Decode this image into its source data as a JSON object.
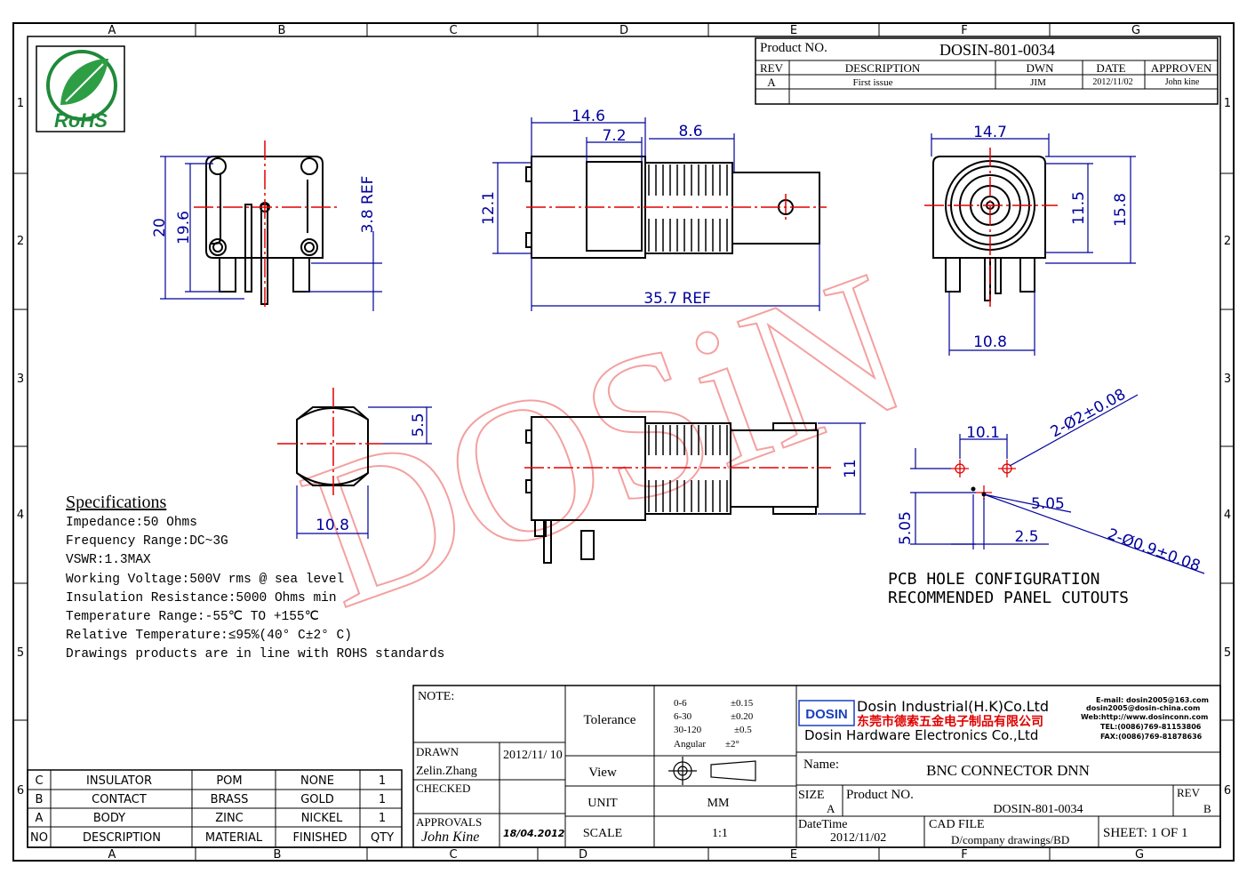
{
  "frame": {
    "col_letters": [
      "A",
      "B",
      "C",
      "D",
      "E",
      "F",
      "G"
    ],
    "row_numbers": [
      "1",
      "2",
      "3",
      "4",
      "5",
      "6"
    ]
  },
  "logo": {
    "text": "RoHS"
  },
  "watermark": {
    "text": "DOSiN"
  },
  "title_block_top": {
    "product_no_label": "Product NO.",
    "product_no": "DOSIN-801-0034",
    "headers": [
      "REV",
      "DESCRIPTION",
      "DWN",
      "DATE",
      "APPROVEN"
    ],
    "row": [
      "A",
      "First issue",
      "JIM",
      "2012/11/02",
      "John kine"
    ]
  },
  "dimensions": {
    "front": [
      "20",
      "19.6",
      "3.8 REF"
    ],
    "top": [
      "14.6",
      "7.2",
      "8.6",
      "12.1",
      "35.7 REF"
    ],
    "side": [
      "14.7",
      "11.5",
      "15.8",
      "10.8"
    ],
    "lower_front": [
      "5.5",
      "10.8"
    ],
    "lower_side": [
      "11"
    ],
    "pcb": [
      "10.1",
      "2-Ø2±0.08",
      "5.05",
      "2.5",
      "5.05",
      "2-Ø0.9±0.08"
    ]
  },
  "pcb_caption": [
    "PCB HOLE CONFIGURATION",
    "RECOMMENDED PANEL CUTOUTS"
  ],
  "specifications": {
    "title": "Specifications",
    "lines": [
      "Impedance:50 Ohms",
      "Frequency Range:DC~3G",
      "VSWR:1.3MAX",
      "Working Voltage:500V rms @ sea level",
      "Insulation Resistance:5000 Ohms min",
      "Temperature Range:-55℃ TO +155℃",
      "Relative Temperature:≤95%(40° C±2° C)",
      "Drawings products are in line with ROHS standards"
    ]
  },
  "bom": {
    "rows": [
      [
        "C",
        "INSULATOR",
        "POM",
        "NONE",
        "1"
      ],
      [
        "B",
        "CONTACT",
        "BRASS",
        "GOLD",
        "1"
      ],
      [
        "A",
        "BODY",
        "ZINC",
        "NICKEL",
        "1"
      ]
    ],
    "headers": [
      "NO",
      "DESCRIPTION",
      "MATERIAL",
      "FINISHED",
      "QTY"
    ]
  },
  "title_block": {
    "note_label": "NOTE:",
    "drawn_label": "DRAWN",
    "drawn_name": "Zelin.Zhang",
    "drawn_date": "2012/11/ 10",
    "checked_label": "CHECKED",
    "approvals_label": "APPROVALS",
    "approvals_sign": "John Kine",
    "approvals_date": "18/04.2012",
    "tolerance_label": "Tolerance",
    "tolerance": [
      [
        "0-6",
        "±0.15"
      ],
      [
        "6-30",
        "±0.20"
      ],
      [
        "30-120",
        "±0.5"
      ],
      [
        "Angular",
        "±2°"
      ]
    ],
    "view_label": "View",
    "unit_label": "UNIT",
    "unit": "MM",
    "scale_label": "SCALE",
    "scale": "1:1",
    "company_logo": "DOSIN",
    "company_en": "Dosin Industrial(H.K)Co.Ltd",
    "company_cn": "东莞市德索五金电子制品有限公司",
    "company_en2": "Dosin Hardware Electronics Co.,Ltd",
    "contact": [
      "E-mail: dosin2005@163.com",
      "dosin2005@dosin-china.com",
      "Web:http://www.dosinconn.com",
      "TEL:(0086)769-81153806",
      "FAX:(0086)769-81878636"
    ],
    "name_label": "Name:",
    "name": "BNC CONNECTOR DNN",
    "size_label": "SIZE",
    "size": "A",
    "product_no_label": "Product NO.",
    "product_no": "DOSIN-801-0034",
    "rev_label": "REV",
    "rev": "B",
    "datetime_label": "DateTime",
    "datetime": "2012/11/02",
    "cad_label": "CAD FILE",
    "cad": "D/company drawings/BD",
    "sheet": "SHEET: 1 OF 1"
  },
  "colors": {
    "dimension": "#00009c",
    "centerline": "#e00000",
    "watermark": "#f4a0a0",
    "frame": "#000000"
  }
}
